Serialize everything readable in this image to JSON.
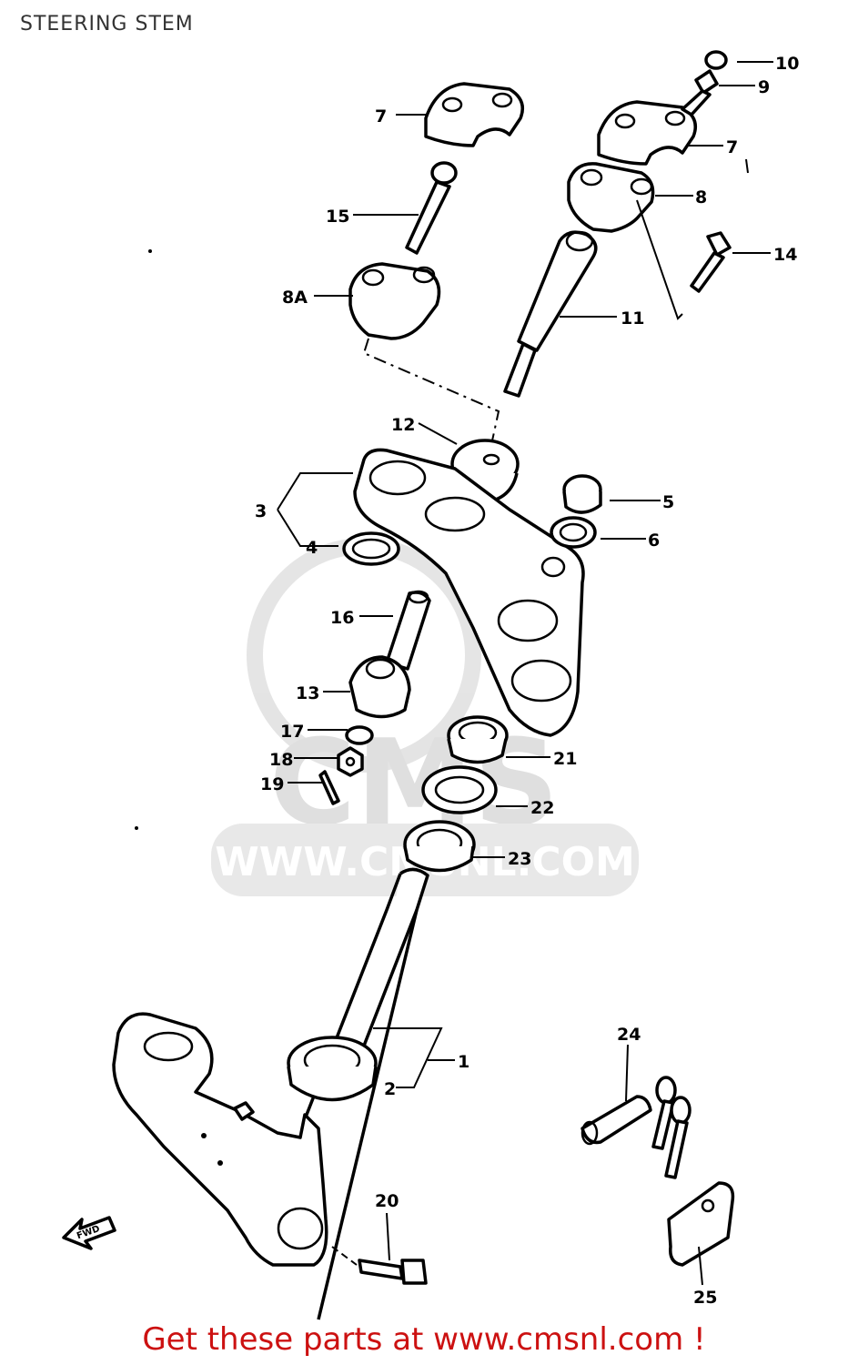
{
  "page": {
    "title": "STEERING STEM",
    "footer": "Get these parts at www.cmsnl.com !",
    "watermark": "WWW.CMSNL.COM",
    "watermark_logo": "CMS"
  },
  "parts": {
    "p1": "1",
    "p2": "2",
    "p3": "3",
    "p4": "4",
    "p5": "5",
    "p6": "6",
    "p7a": "7",
    "p7b": "7",
    "p8": "8",
    "p8a": "8A",
    "p9": "9",
    "p10": "10",
    "p11": "11",
    "p12": "12",
    "p13": "13",
    "p14": "14",
    "p15": "15",
    "p16": "16",
    "p17": "17",
    "p18": "18",
    "p19": "19",
    "p20": "20",
    "p21": "21",
    "p22": "22",
    "p23": "23",
    "p24": "24",
    "p25": "25"
  },
  "direction_label": "FWD",
  "colors": {
    "footer": "#cc1111",
    "line": "#000000",
    "watermark": "#dcdcdc"
  }
}
